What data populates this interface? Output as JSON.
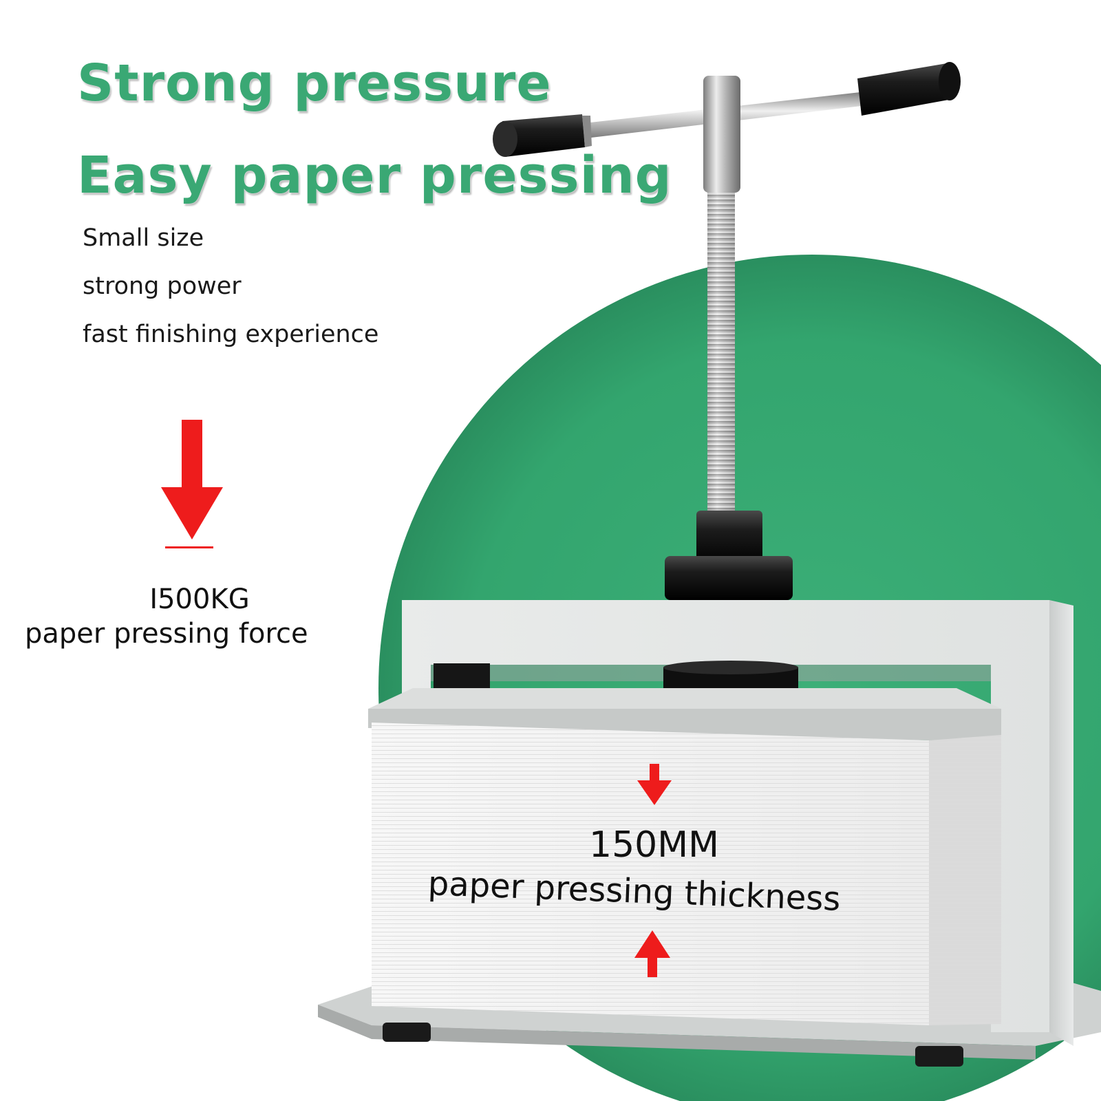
{
  "headline": {
    "line1": "Strong pressure",
    "line2": "Easy paper pressing"
  },
  "features": [
    "Small size",
    "strong power",
    "fast finishing experience"
  ],
  "force": {
    "value": "I500KG",
    "caption": "paper pressing force"
  },
  "thickness": {
    "value": "150MM",
    "caption": "paper pressing thickness"
  },
  "colors": {
    "accent_green": "#3aa874",
    "arrow_red": "#ee1c1c",
    "background": "#ffffff"
  },
  "icons": [
    "down-arrow-icon",
    "thickness-arrow-down-icon",
    "thickness-arrow-up-icon"
  ]
}
